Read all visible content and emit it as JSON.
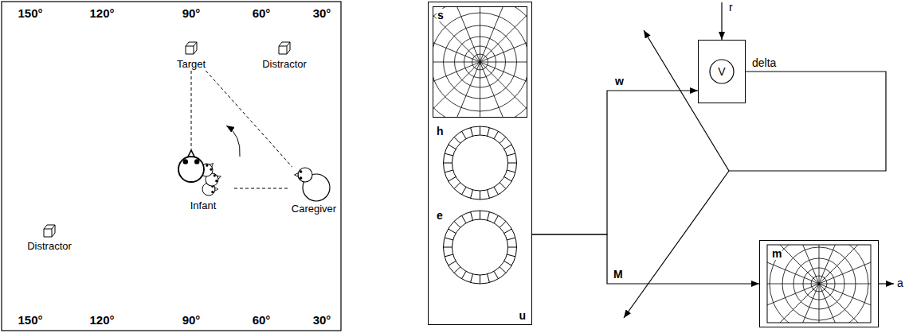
{
  "diagram": {
    "nodes": [
      {
        "text": [
          "Target"
        ]
      },
      {
        "text": [
          "Distractor"
        ]
      },
      {
        "text": [
          "Infant"
        ]
      },
      {
        "text": [
          "Caregiver"
        ]
      },
      {
        "text": [
          "Distractor"
        ]
      },
      {
        "text": [
          "u"
        ]
      },
      {
        "text": [
          "s"
        ],
        "in": 5
      },
      {
        "text": [
          "h"
        ],
        "in": 5
      },
      {
        "text": [
          "e"
        ],
        "in": 5
      },
      {
        "text": [
          "V"
        ]
      },
      {
        "text": [
          "m"
        ]
      }
    ],
    "edges": [
      {
        "from": 0,
        "to": 2,
        "arrow": "none"
      },
      {
        "from": 0,
        "to": 3,
        "arrow": "none"
      },
      {
        "from": 2,
        "to": 3,
        "arrow": "none"
      },
      {
        "from": 5,
        "to": 9,
        "arrow": "to",
        "label": "w"
      },
      {
        "from": 5,
        "to": 10,
        "arrow": "to",
        "label": "M"
      }
    ],
    "labels": [
      "150°",
      "120°",
      "90°",
      "60°",
      "30°",
      "150°",
      "120°",
      "90°",
      "60°",
      "30°",
      "r",
      "delta",
      "a"
    ]
  }
}
